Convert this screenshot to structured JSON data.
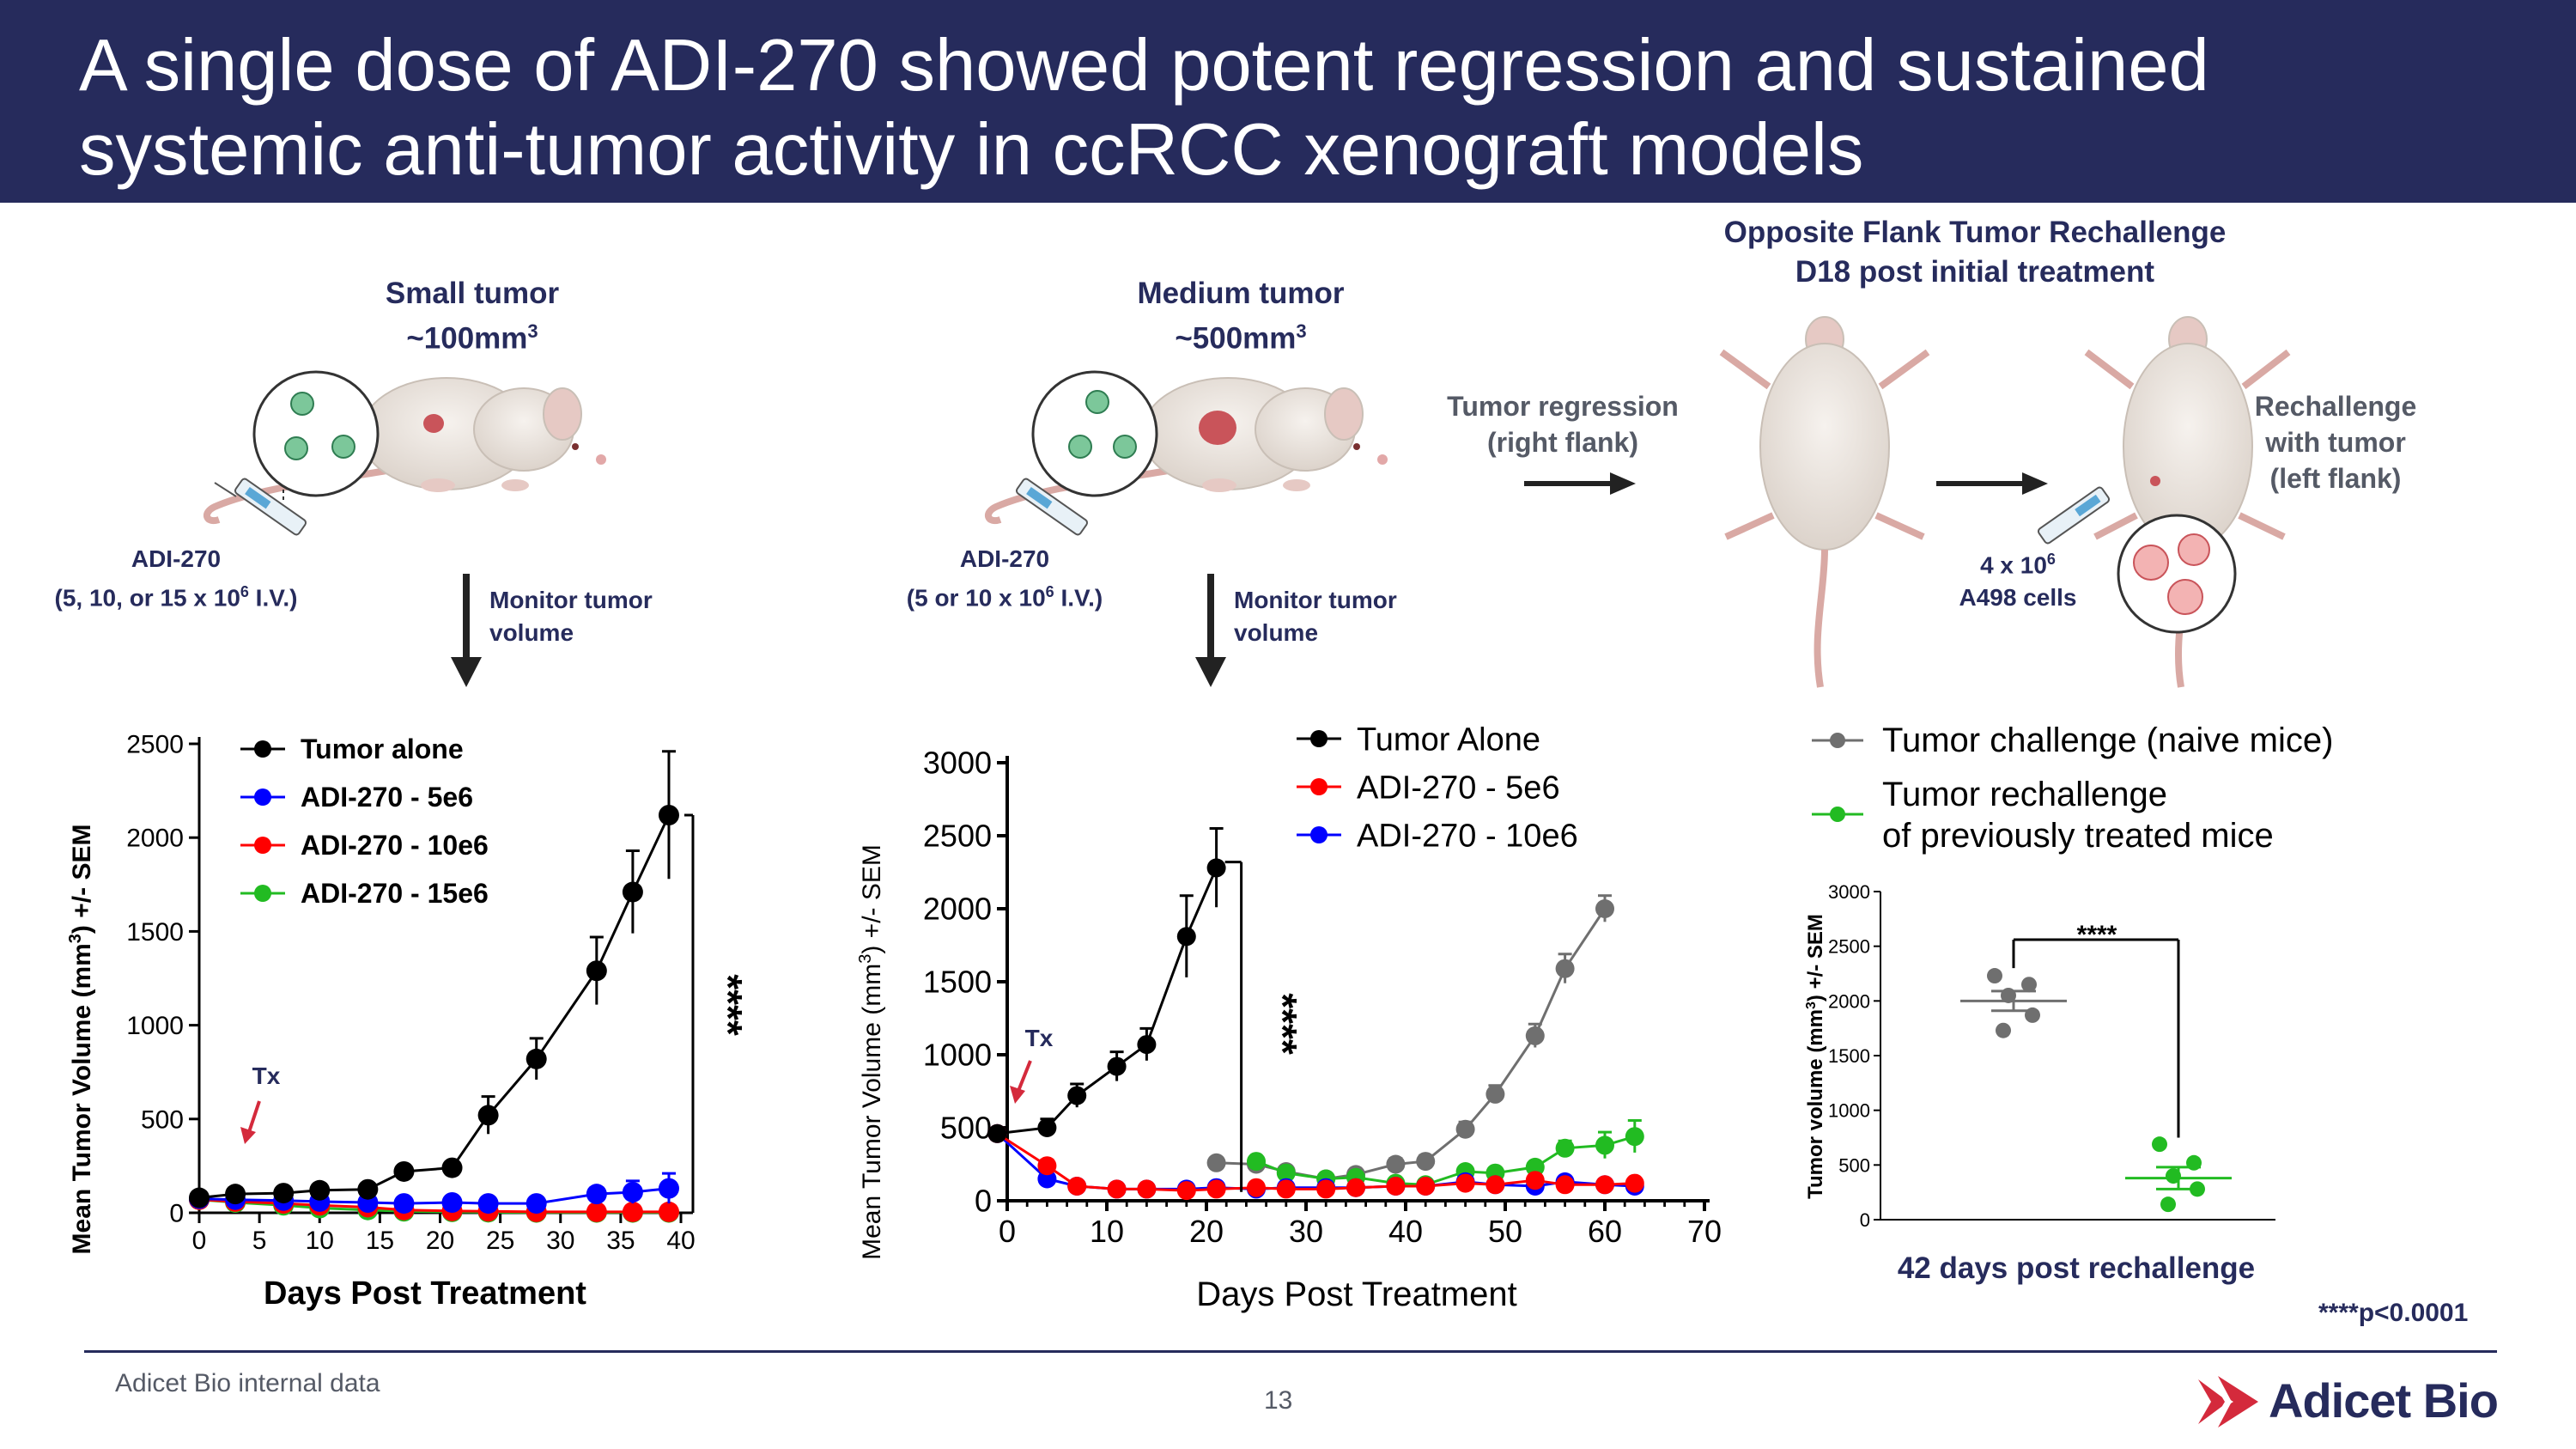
{
  "header": {
    "title_line1": "A single dose of ADI-270 showed potent regression and sustained",
    "title_line2": "systemic anti-tumor activity in ccRCC xenograft models"
  },
  "schematic": {
    "small_tumor_line1": "Small tumor",
    "small_tumor_line2": "~100mm",
    "small_tumor_sup": "3",
    "medium_tumor_line1": "Medium tumor",
    "medium_tumor_line2": "~500mm",
    "medium_tumor_sup": "3",
    "adi_left_line1": "ADI-270",
    "adi_left_line2a": "(5, 10, or 15 x 10",
    "adi_left_sup": "6",
    "adi_left_line2b": " I.V.)",
    "adi_mid_line1": "ADI-270",
    "adi_mid_line2a": "(5 or 10 x 10",
    "adi_mid_sup": "6",
    "adi_mid_line2b": " I.V.)",
    "monitor_line1": "Monitor tumor",
    "monitor_line2": "volume",
    "rechallenge_title_line1": "Opposite Flank Tumor Rechallenge",
    "rechallenge_title_line2": "D18 post initial treatment",
    "regression_line1": "Tumor regression",
    "regression_line2": "(right flank)",
    "rechallenge_line1": "Rechallenge",
    "rechallenge_line2": "with tumor",
    "rechallenge_line3": "(left flank)",
    "cells_line1a": "4 x 10",
    "cells_sup": "6",
    "cells_line2": "A498 cells"
  },
  "colors": {
    "navy": "#262b5c",
    "black": "#000000",
    "blue": "#0000ff",
    "red": "#ff0000",
    "green": "#22bb22",
    "gray": "#6f6f6f",
    "accent_red": "#d42a3c",
    "mouse": "#ece6e0",
    "tumor": "#c9545a"
  },
  "chart_data": [
    {
      "type": "line",
      "xlabel": "Days Post Treatment",
      "ylabel": "Mean Tumor Volume (mm3) +/- SEM",
      "xlim": [
        0,
        40
      ],
      "ylim": [
        0,
        2500
      ],
      "xticks": [
        0,
        5,
        10,
        15,
        20,
        25,
        30,
        35,
        40
      ],
      "yticks": [
        0,
        500,
        1000,
        1500,
        2000,
        2500
      ],
      "annotation_tx": "Tx",
      "significance": "****",
      "legend": "top-left",
      "series": [
        {
          "name": "Tumor alone",
          "color": "#000000",
          "x": [
            0,
            3,
            7,
            10,
            14,
            17,
            21,
            24,
            28,
            33,
            36,
            39
          ],
          "y": [
            80,
            100,
            105,
            120,
            125,
            220,
            240,
            520,
            820,
            1290,
            1710,
            2120
          ],
          "err": [
            20,
            25,
            25,
            25,
            25,
            30,
            30,
            100,
            110,
            180,
            220,
            340
          ]
        },
        {
          "name": "ADI-270 - 5e6",
          "color": "#0000ff",
          "x": [
            0,
            3,
            7,
            10,
            14,
            17,
            21,
            24,
            28,
            33,
            36,
            39
          ],
          "y": [
            75,
            70,
            65,
            60,
            55,
            50,
            55,
            50,
            50,
            100,
            110,
            130
          ],
          "err": [
            15,
            15,
            15,
            15,
            15,
            15,
            15,
            15,
            15,
            30,
            60,
            80
          ]
        },
        {
          "name": "ADI-270 - 10e6",
          "color": "#ff0000",
          "x": [
            0,
            3,
            7,
            10,
            14,
            17,
            21,
            24,
            28,
            33,
            36,
            39
          ],
          "y": [
            70,
            60,
            50,
            40,
            30,
            15,
            10,
            8,
            5,
            5,
            5,
            5
          ],
          "err": [
            10,
            10,
            10,
            10,
            8,
            6,
            5,
            4,
            3,
            3,
            3,
            3
          ]
        },
        {
          "name": "ADI-270 - 15e6",
          "color": "#22bb22",
          "x": [
            0,
            3,
            7,
            10,
            14,
            17,
            21,
            24,
            28,
            33,
            36,
            39
          ],
          "y": [
            70,
            55,
            40,
            25,
            15,
            8,
            5,
            3,
            2,
            2,
            2,
            2
          ],
          "err": [
            10,
            10,
            8,
            6,
            5,
            4,
            3,
            2,
            2,
            2,
            2,
            2
          ]
        }
      ]
    },
    {
      "type": "line",
      "xlabel": "Days Post Treatment",
      "ylabel": "Mean Tumor Volume (mm3) +/- SEM",
      "xlim": [
        0,
        70
      ],
      "ylim": [
        0,
        3000
      ],
      "xticks": [
        0,
        10,
        20,
        30,
        40,
        50,
        60,
        70
      ],
      "yticks": [
        0,
        500,
        1000,
        1500,
        2000,
        2500,
        3000
      ],
      "annotation_tx": "Tx",
      "significance": "****",
      "legend": "top-right",
      "series": [
        {
          "name": "Tumor Alone",
          "color": "#000000",
          "x": [
            -1,
            4,
            7,
            11,
            14,
            18,
            21
          ],
          "y": [
            460,
            500,
            720,
            920,
            1070,
            1810,
            2280
          ],
          "err": [
            30,
            60,
            80,
            100,
            110,
            280,
            270
          ]
        },
        {
          "name": "ADI-270 - 5e6",
          "color": "#ff0000",
          "x": [
            -1,
            4,
            7,
            11,
            14,
            18,
            21,
            25,
            28,
            32,
            35,
            39,
            42,
            46,
            49,
            53,
            56,
            60,
            63
          ],
          "y": [
            460,
            240,
            100,
            80,
            80,
            70,
            80,
            90,
            80,
            80,
            90,
            100,
            100,
            120,
            110,
            140,
            110,
            110,
            120
          ],
          "err": [
            20,
            40,
            20,
            15,
            15,
            15,
            15,
            20,
            20,
            20,
            20,
            20,
            20,
            25,
            20,
            25,
            20,
            20,
            20
          ]
        },
        {
          "name": "ADI-270 - 10e6",
          "color": "#0000ff",
          "x": [
            -1,
            4,
            7,
            11,
            14,
            18,
            21,
            25,
            28,
            32,
            35,
            39,
            42,
            46,
            49,
            53,
            56,
            60,
            63
          ],
          "y": [
            460,
            150,
            100,
            80,
            80,
            80,
            90,
            80,
            90,
            90,
            90,
            100,
            100,
            130,
            110,
            100,
            130,
            110,
            100
          ],
          "err": [
            20,
            20,
            15,
            15,
            15,
            15,
            15,
            15,
            15,
            15,
            15,
            20,
            20,
            20,
            20,
            20,
            20,
            20,
            20
          ]
        },
        {
          "name": "Tumor challenge (naive mice)",
          "color": "#6f6f6f",
          "x": [
            21,
            25,
            28,
            32,
            35,
            39,
            42,
            46,
            49,
            53,
            56,
            60
          ],
          "y": [
            260,
            250,
            200,
            150,
            180,
            250,
            270,
            490,
            730,
            1130,
            1590,
            2000
          ],
          "err": [
            20,
            20,
            25,
            25,
            30,
            40,
            40,
            50,
            60,
            80,
            100,
            90
          ]
        },
        {
          "name": "Tumor rechallenge of previously treated mice",
          "color": "#22bb22",
          "x": [
            25,
            28,
            32,
            35,
            39,
            42,
            46,
            49,
            53,
            56,
            60,
            63
          ],
          "y": [
            270,
            190,
            150,
            160,
            120,
            110,
            200,
            190,
            230,
            360,
            380,
            440
          ],
          "err": [
            20,
            25,
            25,
            25,
            20,
            20,
            30,
            30,
            30,
            50,
            90,
            110
          ]
        }
      ]
    },
    {
      "type": "scatter",
      "ylabel": "Tumor volume (mm3) +/- SEM",
      "xlabel": "42 days post rechallenge",
      "ylim": [
        0,
        3000
      ],
      "yticks": [
        0,
        500,
        1000,
        1500,
        2000,
        2500,
        3000
      ],
      "significance": "****",
      "groups": [
        {
          "name": "Tumor challenge (naive mice)",
          "color": "#6f6f6f",
          "mean": 2000,
          "sem": 90,
          "points": [
            2230,
            2150,
            2050,
            1870,
            1730
          ]
        },
        {
          "name": "Tumor rechallenge of previously treated mice",
          "color": "#22bb22",
          "mean": 380,
          "sem": 100,
          "points": [
            690,
            520,
            400,
            280,
            140
          ]
        }
      ]
    }
  ],
  "legend_right": {
    "item1": "Tumor challenge (naive mice)",
    "item2_line1": "Tumor rechallenge",
    "item2_line2": "of previously treated mice"
  },
  "footer": {
    "note": "Adicet Bio internal data",
    "page": "13",
    "pvalue": "****p<0.0001",
    "brand": "Adicet Bio"
  }
}
